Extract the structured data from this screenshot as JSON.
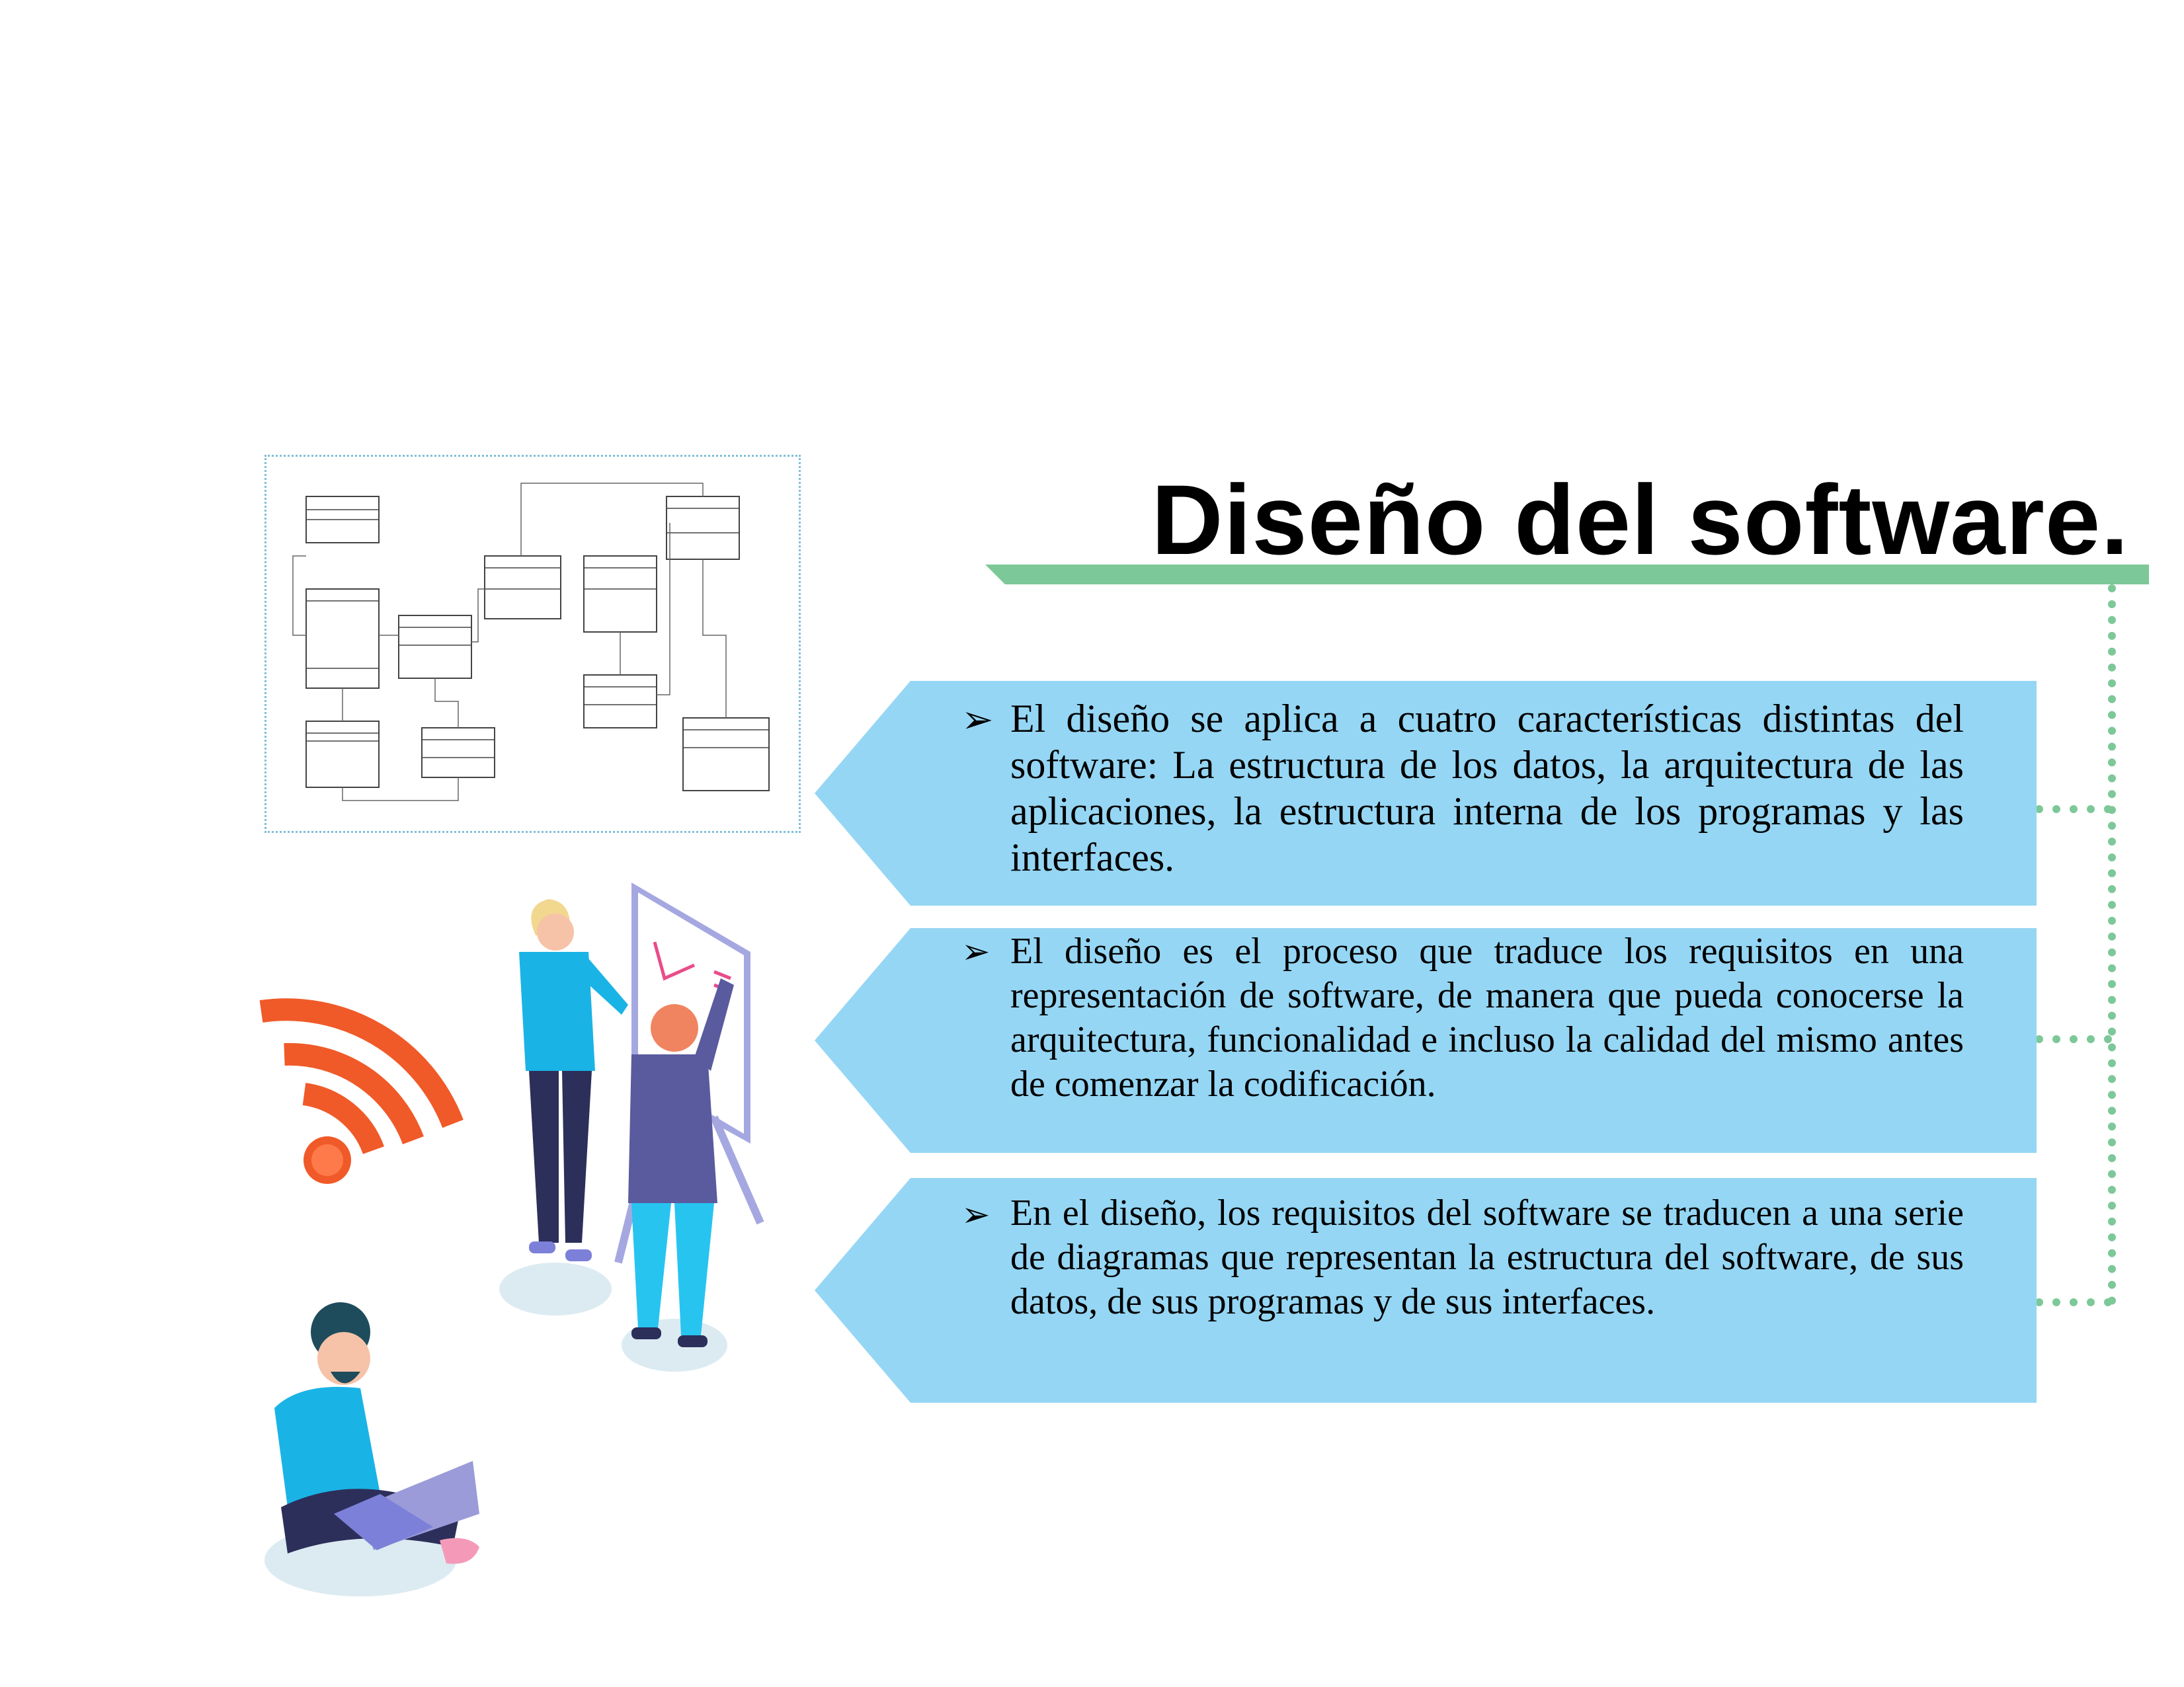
{
  "title": "Diseño del software.",
  "cards": [
    {
      "bullet": "➢",
      "text": "El diseño se aplica a cuatro características distintas del software:  La estructura de los datos, la arquitectura de las aplicaciones, la estructura interna de los programas y las interfaces."
    },
    {
      "bullet": "➢",
      "text": "El diseño es el proceso que traduce los requisitos en una representación de software, de manera que pueda conocerse la arquitectura, funcionalidad e incluso la calidad del mismo antes de comenzar la codificación."
    },
    {
      "bullet": "➢",
      "text": "En el diseño, los requisitos del software se traducen a una serie de diagramas que representan la estructura del software, de sus datos, de sus programas y de sus interfaces."
    }
  ],
  "colors": {
    "card": "#95d6f4",
    "accent_green": "#7dc898",
    "wifi": "#f05a28"
  },
  "illustrations": [
    "uml-class-diagram",
    "wifi-icon",
    "people-at-whiteboard",
    "person-with-laptop"
  ]
}
